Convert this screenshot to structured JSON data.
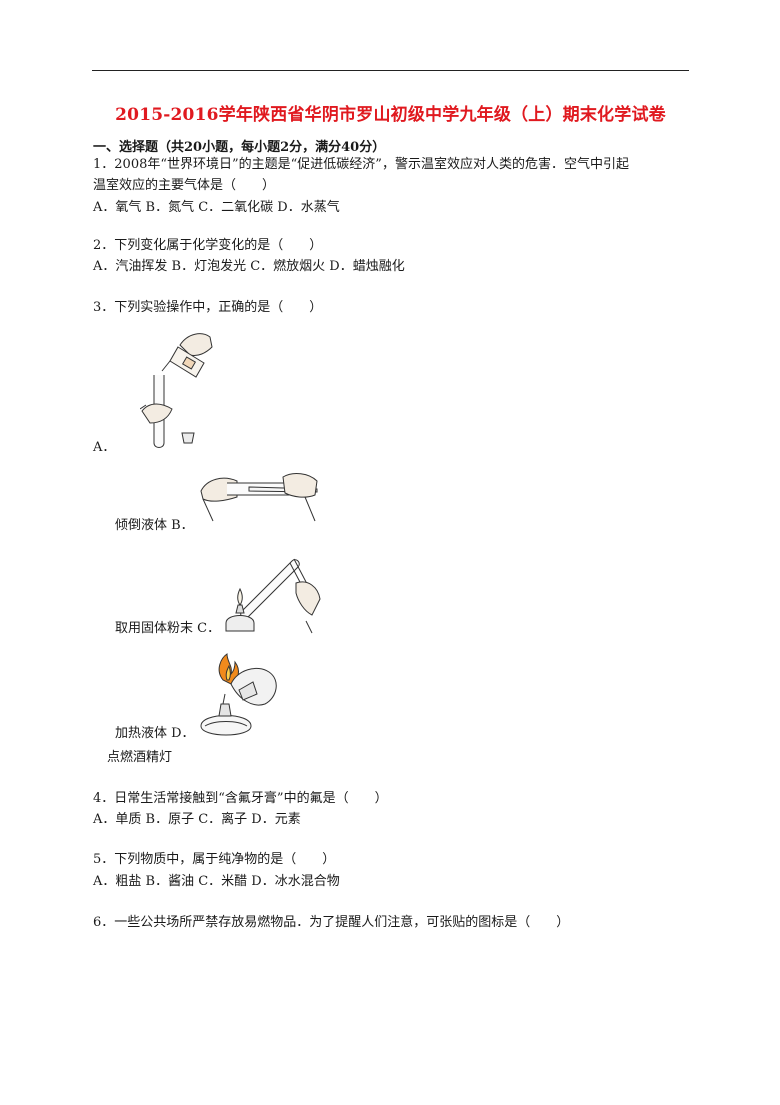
{
  "title": "2015-2016学年陕西省华阴市罗山初级中学九年级（上）期末化学试卷",
  "section": {
    "heading": "一、选择题（共20小题，每小题2分，满分40分）"
  },
  "questions": [
    {
      "stem_lines": [
        "1．2008年“世界环境日”的主题是“促进低碳经济”，警示温室效应对人类的危害．空气中引起",
        "温室效应的主要气体是（　　）"
      ],
      "options_line": "A．氧气 B．氮气 C．二氧化碳 D．水蒸气"
    },
    {
      "stem_lines": [
        "2．下列变化属于化学变化的是（　　）"
      ],
      "options_line": "A．汽油挥发 B．灯泡发光 C．燃放烟火 D．蜡烛融化"
    },
    {
      "stem_lines": [
        "3．下列实验操作中，正确的是（　　）"
      ],
      "image_options": [
        {
          "prefix": "A．",
          "caption": ""
        },
        {
          "prefix": "",
          "caption": "倾倒液体 B．"
        },
        {
          "prefix": "",
          "caption": "取用固体粉末 C．"
        },
        {
          "prefix": "",
          "caption": "加热液体 D．"
        },
        {
          "prefix": "",
          "caption": "点燃酒精灯"
        }
      ]
    },
    {
      "stem_lines": [
        "4．日常生活常接触到“含氟牙膏”中的氟是（　　）"
      ],
      "options_line": "A．单质 B．原子 C．离子 D．元素"
    },
    {
      "stem_lines": [
        "5．下列物质中，属于纯净物的是（　　）"
      ],
      "options_line": "A．粗盐 B．酱油 C．米醋 D．冰水混合物"
    },
    {
      "stem_lines": [
        "6．一些公共场所严禁存放易燃物品．为了提醒人们注意，可张贴的图标是（　　）"
      ]
    }
  ],
  "colors": {
    "title": "#e0191f",
    "text": "#1a1a1a",
    "flame": "#f08a1c"
  },
  "figures": [
    {
      "icon": "pouring-liquid-illustration"
    },
    {
      "icon": "powder-into-test-tube-illustration"
    },
    {
      "icon": "heating-test-tube-illustration"
    },
    {
      "icon": "lighting-alcohol-lamp-illustration"
    }
  ]
}
